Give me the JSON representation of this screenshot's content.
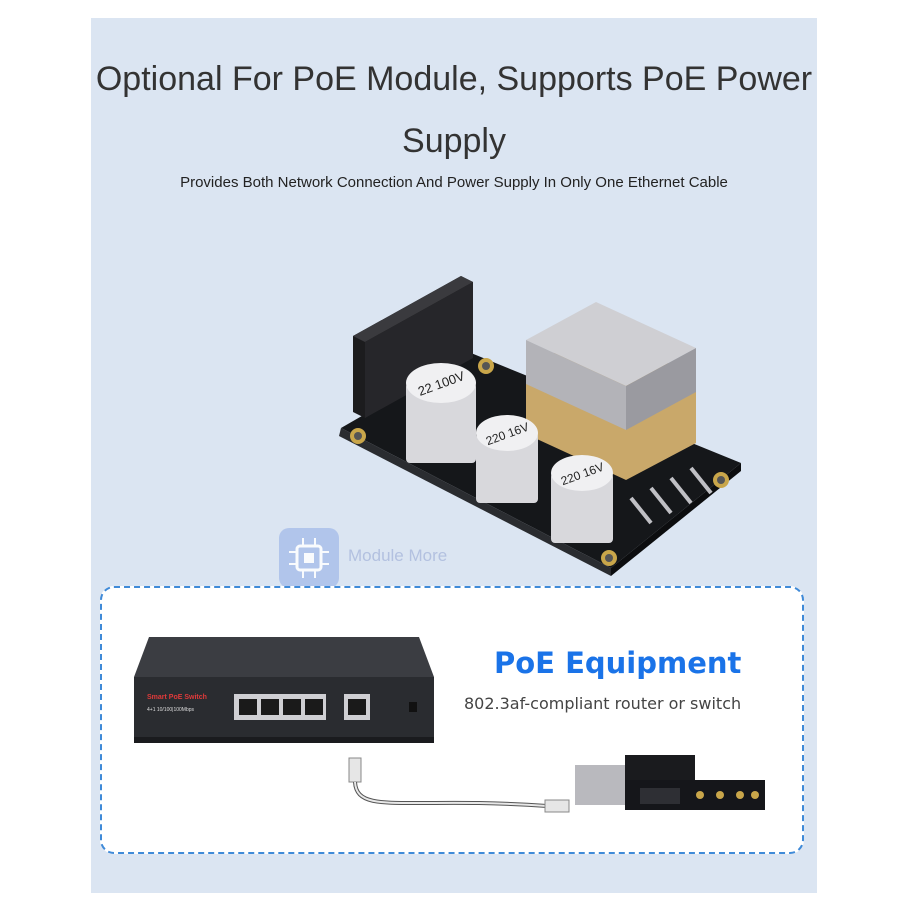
{
  "title": "Optional For PoE Module, Supports PoE Power Supply",
  "subtitle": "Provides Both Network Connection And Power Supply In Only One Ethernet Cable",
  "product": {
    "cap1_label": "22 100V",
    "cap2_label": "220 16V",
    "cap3_label": "220 16V"
  },
  "watermark": {
    "text": "Module More"
  },
  "poe_box": {
    "heading": "PoE Equipment",
    "description": "802.3af-compliant router or switch"
  },
  "switch": {
    "brand_label": "Smart PoE Switch",
    "spec_label": "4+1 10/100|100Mbps"
  },
  "colors": {
    "panel_bg": "#dbe5f2",
    "accent": "#1a73e8",
    "dashed_border": "#3f8ad8"
  }
}
